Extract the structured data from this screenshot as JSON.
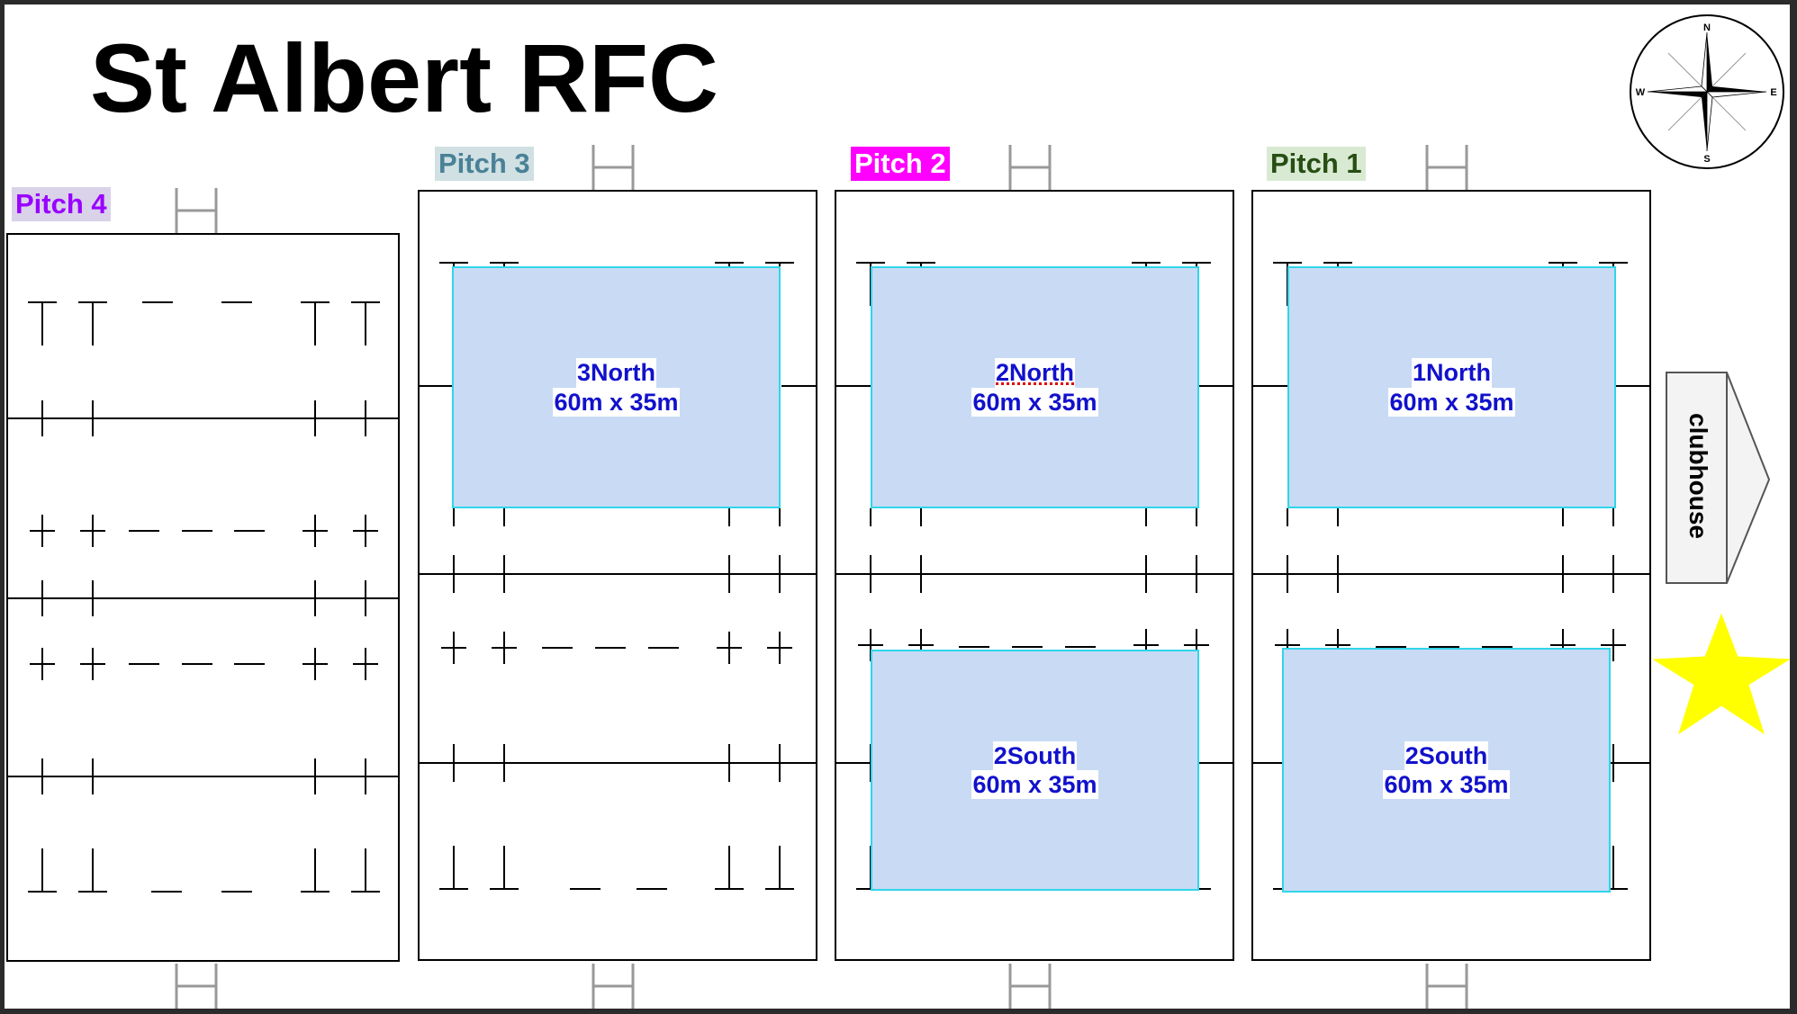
{
  "title": "St Albert RFC",
  "pitches": [
    {
      "id": "pitch-4",
      "label": "Pitch 4",
      "label_color": "#9900ff",
      "label_bg": "#d9d2e9"
    },
    {
      "id": "pitch-3",
      "label": "Pitch 3",
      "label_color": "#4a8196",
      "label_bg": "#d0e0e3"
    },
    {
      "id": "pitch-2",
      "label": "Pitch 2",
      "label_color": "#ffffff",
      "label_bg": "#ff00ff"
    },
    {
      "id": "pitch-1",
      "label": "Pitch 1",
      "label_color": "#274e13",
      "label_bg": "#d9ead3"
    }
  ],
  "zones": [
    {
      "id": "3north",
      "name": "3North",
      "size": "60m x 35m"
    },
    {
      "id": "2north",
      "name": "2North",
      "size": "60m x 35m"
    },
    {
      "id": "1north",
      "name": "1North",
      "size": "60m x 35m"
    },
    {
      "id": "2south-a",
      "name": "2South",
      "size": "60m x 35m"
    },
    {
      "id": "2south-b",
      "name": "2South",
      "size": "60m x 35m"
    }
  ],
  "clubhouse": {
    "label": "clubhouse"
  },
  "compass": {
    "north": "N",
    "south": "S",
    "east": "E",
    "west": "W"
  },
  "colors": {
    "zone_fill": "#c9daf5",
    "zone_border": "#2fd6ea",
    "zone_text": "#1111cc",
    "goal_post": "#999999",
    "star": "#ffff00"
  },
  "icons": [
    "compass-rose-icon",
    "star-icon",
    "goal-post-icon",
    "clubhouse-icon"
  ]
}
